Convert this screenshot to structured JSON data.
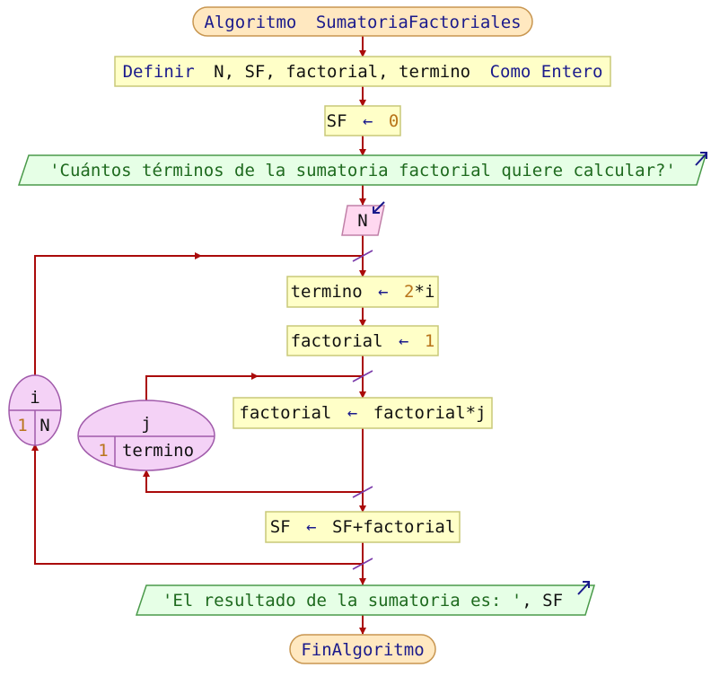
{
  "algorithm": {
    "start_keyword": "Algoritmo",
    "name": "SumatoriaFactoriales",
    "end_label": "FinAlgoritmo"
  },
  "define": {
    "keyword": "Definir",
    "vars": "N, SF, factorial, termino",
    "type_keyword": "Como Entero"
  },
  "assign_sf_init": {
    "var": "SF",
    "arrow": "←",
    "value": "0"
  },
  "output_prompt": {
    "text": "'Cuántos términos de la sumatoria factorial quiere calcular?'"
  },
  "input_n": {
    "var": "N"
  },
  "loop_i": {
    "var": "i",
    "start": "1",
    "end": "N"
  },
  "assign_termino": {
    "var": "termino",
    "arrow": "←",
    "num": "2",
    "rest": "*i"
  },
  "assign_factorial_init": {
    "var": "factorial",
    "arrow": "←",
    "value": "1"
  },
  "loop_j": {
    "var": "j",
    "start": "1",
    "end": "termino"
  },
  "assign_factorial_mult": {
    "var": "factorial",
    "arrow": "←",
    "expr": "factorial*j"
  },
  "assign_sf_sum": {
    "var": "SF",
    "arrow": "←",
    "expr": "SF+factorial"
  },
  "output_result": {
    "text": "'El resultado de la sumatoria es: '",
    "rest": ", SF"
  },
  "colors": {
    "flow_line": "#aa0a0a",
    "instruction_fill": "#ffffc8",
    "instruction_border": "#c8c878",
    "io_fill": "#e6ffe6",
    "io_border": "#4a9a4a",
    "input_fill": "#ffd8f0",
    "loop_fill": "#f4d2f6",
    "loop_border": "#a05aaa",
    "terminal_fill": "#ffe8c0",
    "terminal_border": "#c89650",
    "keyword": "#1a1a8c",
    "number": "#b8741a",
    "string": "#1e6a1e"
  }
}
